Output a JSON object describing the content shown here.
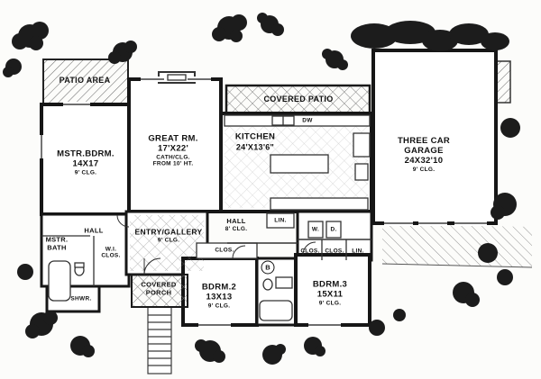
{
  "colors": {
    "ink": "#171717",
    "paper": "#fcfcfa",
    "foliage": "#1c1c1c",
    "hatch": "#6f6f6f"
  },
  "labels": {
    "patio_area": "PATIO AREA",
    "master_bedroom": {
      "name": "MSTR.BDRM.",
      "size": "14X17",
      "ceiling": "9' CLG."
    },
    "great_room": {
      "name": "GREAT RM.",
      "size": "17'X22'",
      "note_line1": "CATH/CLG.",
      "note_line2": "FROM 10' HT."
    },
    "covered_patio": "COVERED PATIO",
    "kitchen": {
      "name": "KITCHEN",
      "size": "24'X13'6\""
    },
    "garage": {
      "name_line1": "THREE CAR",
      "name_line2": "GARAGE",
      "size": "24X32'10",
      "ceiling": "9' CLG."
    },
    "entry_gallery": {
      "name": "ENTRY/GALLERY",
      "ceiling": "9' CLG."
    },
    "hall_left": "HALL",
    "hall_center": {
      "name": "HALL",
      "ceiling": "8' CLG."
    },
    "master_bath": {
      "line1": "MSTR.",
      "line2": "BATH"
    },
    "walk_in_closet": {
      "line1": "W.I.",
      "line2": "CLOS."
    },
    "shower": "SHWR.",
    "covered_porch": {
      "line1": "COVERED",
      "line2": "PORCH"
    },
    "bedroom2": {
      "name": "BDRM.2",
      "size": "13X13",
      "ceiling": "9' CLG."
    },
    "bedroom3": {
      "name": "BDRM.3",
      "size": "15X11",
      "ceiling": "9' CLG."
    },
    "closet_bdrm2": "CLOS.",
    "closet_util_a": "CLOS.",
    "closet_util_b": "CLOS.",
    "linen_hall": "LIN.",
    "linen_util": "LIN.",
    "washer": "W.",
    "dryer": "D.",
    "dishwasher": "DW",
    "marker_b": "B"
  }
}
